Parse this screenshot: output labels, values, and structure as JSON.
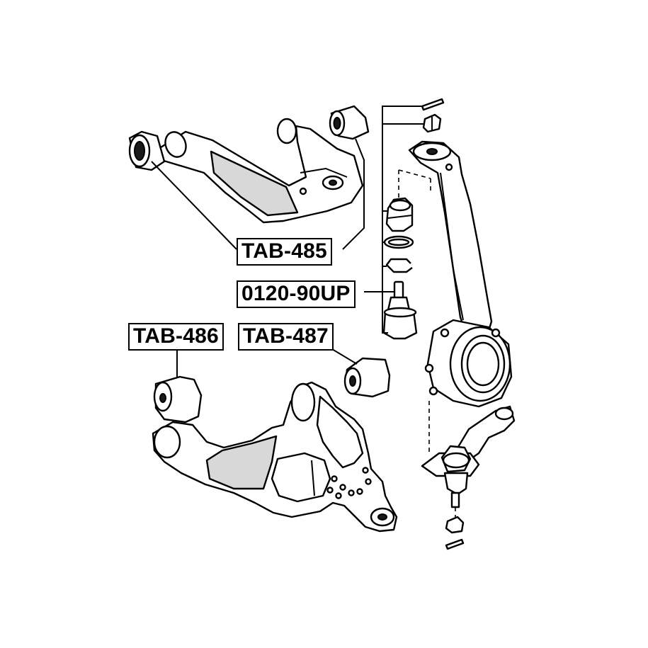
{
  "labels": {
    "tab_485": "TAB-485",
    "ball_joint": "0120-90UP",
    "tab_486": "TAB-486",
    "tab_487": "TAB-487"
  }
}
